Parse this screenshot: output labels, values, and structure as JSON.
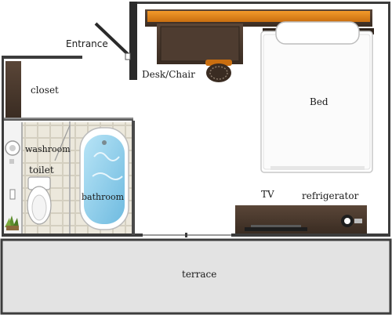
{
  "labels": {
    "entrance": "Entrance",
    "desk_chair": "Desk/Chair",
    "closet": "closet",
    "washroom": "washroom",
    "toilet": "toilet",
    "bathroom": "bathroom",
    "bed": "Bed",
    "tv": "TV",
    "refrigerator": "refrigerator",
    "terrace": "terrace"
  },
  "colors": {
    "wall": "#3c3c3c",
    "floor": "#ffffff",
    "furniture_dark": "#4a3a30",
    "desk_top": "#e08a1e",
    "tile": "#e6e2d6",
    "tub_water": "#9cd3ec",
    "terrace": "#e3e3e3"
  },
  "icons": {
    "bed": "bed-icon",
    "desk": "desk-icon",
    "chair": "chair-icon",
    "bathtub": "bathtub-icon",
    "toilet": "toilet-icon",
    "sink": "sink-icon",
    "plant": "plant-icon",
    "tv_cabinet": "tv-cabinet-icon",
    "refrigerator": "refrigerator-icon",
    "door": "door-icon"
  }
}
